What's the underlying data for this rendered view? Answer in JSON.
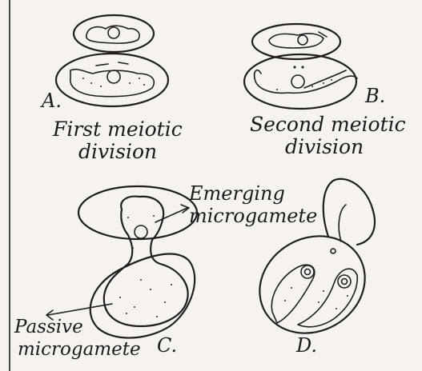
{
  "panels": {
    "a": {
      "letter": "A.",
      "caption_line1": "First meiotic",
      "caption_line2": "division"
    },
    "b": {
      "letter": "B.",
      "caption_line1": "Second meiotic",
      "caption_line2": "division"
    },
    "c": {
      "letter": "C.",
      "label_emerging_line1": "Emerging",
      "label_emerging_line2": "microgamete",
      "label_passive_line1": "Passive",
      "label_passive_line2": "microgamete"
    },
    "d": {
      "letter": "D."
    }
  },
  "colors": {
    "paper": "#f6f3ee",
    "ink": "#1e1e1e"
  }
}
